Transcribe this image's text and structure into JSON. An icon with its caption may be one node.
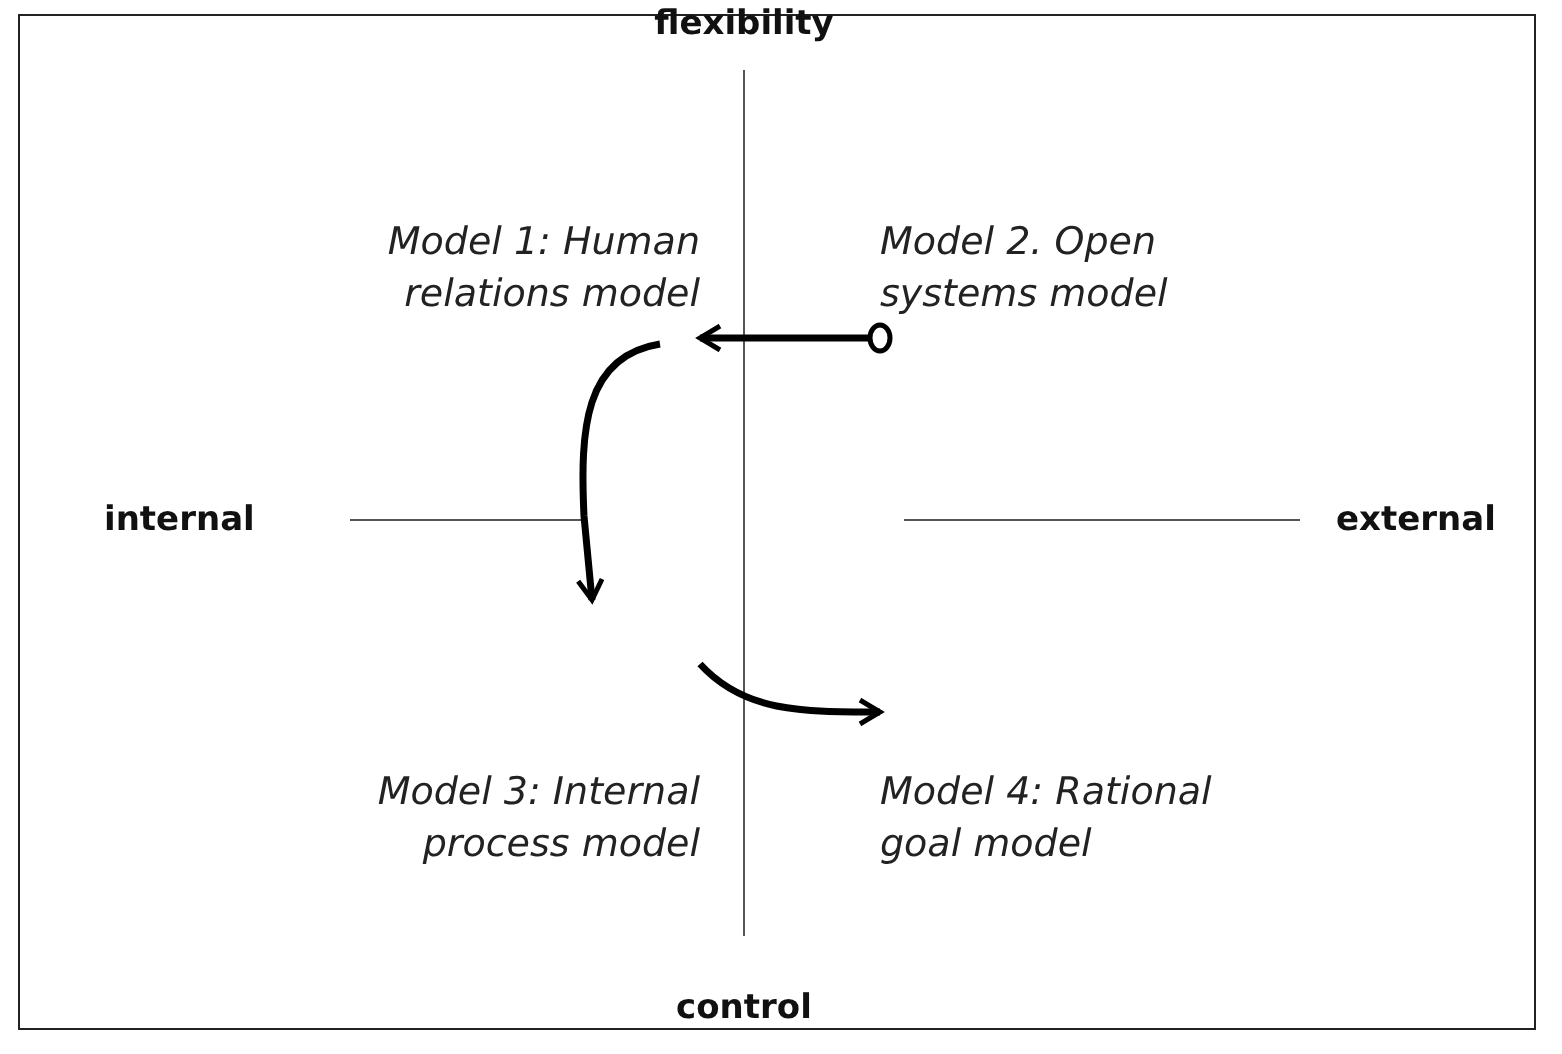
{
  "diagram": {
    "nodes": [
      {
        "text": [
          "Model 1: Human relations model"
        ]
      },
      {
        "text": [
          "Model 2. Open systems model"
        ]
      },
      {
        "text": [
          "Model 3: Internal process model"
        ]
      },
      {
        "text": [
          "Model 4: Rational goal model"
        ]
      }
    ],
    "edges": [
      {
        "from": 1,
        "to": 0,
        "arrow": "to"
      },
      {
        "from": 0,
        "to": 2,
        "arrow": "to"
      },
      {
        "from": 2,
        "to": 3,
        "arrow": "to"
      }
    ],
    "labels": [
      "flexibility",
      "internal",
      "external",
      "control"
    ]
  }
}
